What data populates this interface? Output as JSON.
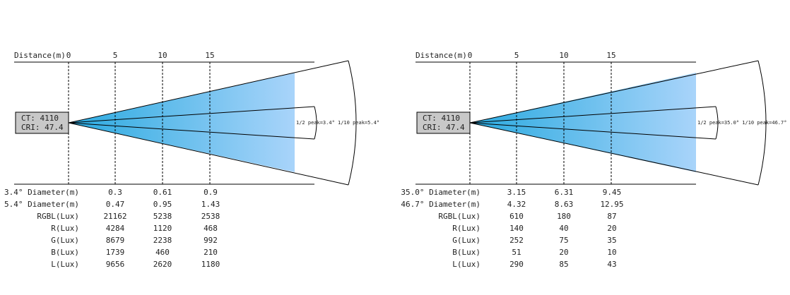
{
  "colors": {
    "beam_start": "#2aaae0",
    "beam_end": "#a9d4fa",
    "ct_box_fill": "#c8c8c8",
    "line": "#000000",
    "text": "#222222"
  },
  "panels": [
    {
      "distance_label": "Distance(m)",
      "distance_ticks": [
        "0",
        "5",
        "10",
        "15"
      ],
      "ct_label": "CT: 4110",
      "cri_label": "CRI: 47.4",
      "peak_label": "1/2 peak=3.4° 1/10 peak=5.4°",
      "half_peak_angle_deg": 3.4,
      "tenth_peak_angle_deg": 5.4,
      "table": {
        "rows": [
          {
            "label": "3.4° Diameter(m)",
            "values": [
              "0.3",
              "0.61",
              "0.9"
            ]
          },
          {
            "label": "5.4° Diameter(m)",
            "values": [
              "0.47",
              "0.95",
              "1.43"
            ]
          },
          {
            "label": "RGBL(Lux)",
            "values": [
              "21162",
              "5238",
              "2538"
            ]
          },
          {
            "label": "R(Lux)",
            "values": [
              "4284",
              "1120",
              "468"
            ]
          },
          {
            "label": "G(Lux)",
            "values": [
              "8679",
              "2238",
              "992"
            ]
          },
          {
            "label": "B(Lux)",
            "values": [
              "1739",
              "460",
              "210"
            ]
          },
          {
            "label": "L(Lux)",
            "values": [
              "9656",
              "2620",
              "1180"
            ]
          }
        ]
      }
    },
    {
      "distance_label": "Distance(m)",
      "distance_ticks": [
        "0",
        "5",
        "10",
        "15"
      ],
      "ct_label": "CT: 4110",
      "cri_label": "CRI: 47.4",
      "peak_label": "1/2 peak=35.0° 1/10 peak=46.7°",
      "half_peak_angle_deg": 35.0,
      "tenth_peak_angle_deg": 46.7,
      "table": {
        "rows": [
          {
            "label": "35.0° Diameter(m)",
            "values": [
              "3.15",
              "6.31",
              "9.45"
            ]
          },
          {
            "label": "46.7° Diameter(m)",
            "values": [
              "4.32",
              "8.63",
              "12.95"
            ]
          },
          {
            "label": "RGBL(Lux)",
            "values": [
              "610",
              "180",
              "87"
            ]
          },
          {
            "label": "R(Lux)",
            "values": [
              "140",
              "40",
              "20"
            ]
          },
          {
            "label": "G(Lux)",
            "values": [
              "252",
              "75",
              "35"
            ]
          },
          {
            "label": "B(Lux)",
            "values": [
              "51",
              "20",
              "10"
            ]
          },
          {
            "label": "L(Lux)",
            "values": [
              "290",
              "85",
              "43"
            ]
          }
        ]
      }
    }
  ]
}
